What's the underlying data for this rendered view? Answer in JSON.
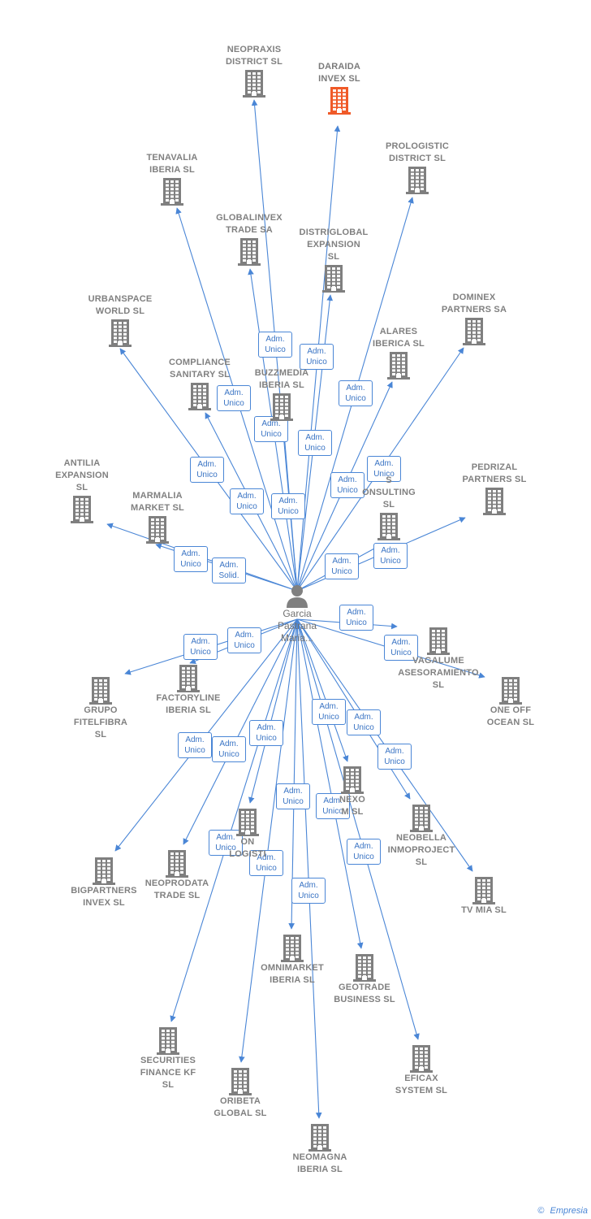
{
  "center": {
    "label": "Garcia\nPastrana\nMaria..."
  },
  "colors": {
    "edge": "#4a86d6",
    "building": "#7f7f7f",
    "highlight": "#f05a28",
    "badge_border": "#4a86d6"
  },
  "companies": [
    {
      "id": "neopraxis",
      "label": "NEOPRAXIS\nDISTRICT  SL"
    },
    {
      "id": "daraida",
      "label": "DARAIDA\nINVEX  SL",
      "highlight": true
    },
    {
      "id": "tenavalia",
      "label": "TENAVALIA\nIBERIA  SL"
    },
    {
      "id": "prologistic",
      "label": "PROLOGISTIC\nDISTRICT  SL"
    },
    {
      "id": "globalinvex",
      "label": "GLOBALINVEX\nTRADE SA"
    },
    {
      "id": "distriglobal",
      "label": "DISTRIGLOBAL\nEXPANSION\nSL"
    },
    {
      "id": "urbanspace",
      "label": "URBANSPACE\nWORLD  SL"
    },
    {
      "id": "dominex",
      "label": "DOMINEX\nPARTNERS SA"
    },
    {
      "id": "alares",
      "label": "ALARES\nIBERICA  SL"
    },
    {
      "id": "compliance",
      "label": "COMPLIANCE\nSANITARY  SL"
    },
    {
      "id": "buzzmedia",
      "label": "BUZZMEDIA\nIBERIA  SL"
    },
    {
      "id": "antilia",
      "label": "ANTILIA\nEXPANSION\nSL"
    },
    {
      "id": "pedrizal",
      "label": "PEDRIZAL\nPARTNERS  SL"
    },
    {
      "id": "consulting",
      "label": "S\nONSULTING\nSL"
    },
    {
      "id": "marmalia",
      "label": "MARMALIA\nMARKET  SL"
    },
    {
      "id": "vagalume",
      "label": "VAGALUME\nASESORAMIENTO\nSL"
    },
    {
      "id": "grupo",
      "label": "GRUPO\nFITELFIBRA\nSL"
    },
    {
      "id": "factoryline",
      "label": "FACTORYLINE\nIBERIA  SL"
    },
    {
      "id": "oneoff",
      "label": "ONE OFF\nOCEAN  SL"
    },
    {
      "id": "nexo",
      "label": "NEXO\nM  SL"
    },
    {
      "id": "neobella",
      "label": "NEOBELLA\nINMOPROJECT\nSL"
    },
    {
      "id": "logisti",
      "label": "ON\nLOGISTI"
    },
    {
      "id": "bigpartners",
      "label": "BIGPARTNERS\nINVEX  SL"
    },
    {
      "id": "neoprodata",
      "label": "NEOPRODATA\nTRADE  SL"
    },
    {
      "id": "tvmia",
      "label": "TV MIA  SL"
    },
    {
      "id": "omnimarket",
      "label": "OMNIMARKET\nIBERIA  SL"
    },
    {
      "id": "geotrade",
      "label": "GEOTRADE\nBUSINESS  SL"
    },
    {
      "id": "securities",
      "label": "SECURITIES\nFINANCE KF\nSL"
    },
    {
      "id": "eficax",
      "label": "EFICAX\nSYSTEM SL"
    },
    {
      "id": "oribeta",
      "label": "ORIBETA\nGLOBAL  SL"
    },
    {
      "id": "neomagna",
      "label": "NEOMAGNA\nIBERIA  SL"
    }
  ],
  "edges": [
    {
      "to": "neopraxis",
      "role": "Adm.\nUnico"
    },
    {
      "to": "daraida",
      "role": "Adm.\nUnico"
    },
    {
      "to": "tenavalia",
      "role": "Adm.\nUnico"
    },
    {
      "to": "prologistic",
      "role": "Adm.\nUnico"
    },
    {
      "to": "globalinvex",
      "role": "Adm.\nUnico"
    },
    {
      "to": "distriglobal",
      "role": "Adm.\nUnico"
    },
    {
      "to": "urbanspace",
      "role": "Adm.\nUnico"
    },
    {
      "to": "dominex",
      "role": "Adm.\nUnico"
    },
    {
      "to": "alares",
      "role": "Adm.\nUnico"
    },
    {
      "to": "compliance",
      "role": "Adm.\nUnico"
    },
    {
      "to": "buzzmedia",
      "role": "Adm.\nUnico"
    },
    {
      "to": "antilia",
      "role": "Adm.\nUnico"
    },
    {
      "to": "pedrizal",
      "role": "Adm.\nUnico"
    },
    {
      "to": "consulting",
      "role": "Adm.\nUnico"
    },
    {
      "to": "marmalia",
      "role": "Adm.\nSolid."
    },
    {
      "to": "vagalume",
      "role": "Adm.\nUnico"
    },
    {
      "to": "grupo",
      "role": "Adm.\nUnico"
    },
    {
      "to": "factoryline",
      "role": "Adm.\nUnico"
    },
    {
      "to": "oneoff",
      "role": "Adm.\nUnico"
    },
    {
      "to": "nexo",
      "role": "Adm.\nUnico"
    },
    {
      "to": "neobella",
      "role": "Adm.\nUnico"
    },
    {
      "to": "logisti",
      "role": "Adm.\nUnico"
    },
    {
      "to": "bigpartners",
      "role": "Adm.\nUnico"
    },
    {
      "to": "neoprodata",
      "role": "Adm.\nUnico"
    },
    {
      "to": "tvmia",
      "role": "Adm.\nUnico"
    },
    {
      "to": "omnimarket",
      "role": "Adm.\nUnico"
    },
    {
      "to": "geotrade",
      "role": "Adm.\nUnico"
    },
    {
      "to": "securities",
      "role": "Adm.\nUnico"
    },
    {
      "to": "eficax",
      "role": "Adm.\nUnico"
    },
    {
      "to": "oribeta",
      "role": "Adm.\nUnico"
    },
    {
      "to": "neomagna",
      "role": "Adm.\nUnico"
    }
  ],
  "footer": {
    "copyright": "©",
    "brand": "Empresia"
  }
}
